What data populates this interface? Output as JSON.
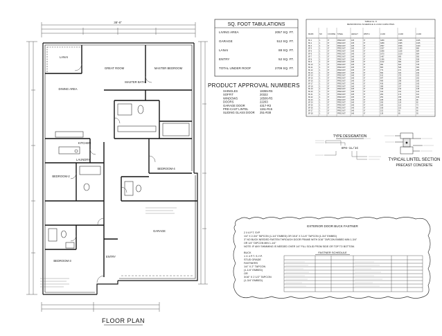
{
  "floor_plan": {
    "title": "FLOOR PLAN",
    "overall_width": "38'-8\"",
    "rooms": [
      {
        "key": "lanai",
        "label": "LANAI"
      },
      {
        "key": "great_room",
        "label": "GREAT ROOM"
      },
      {
        "key": "master_bedroom",
        "label": "MASTER BEDROOM"
      },
      {
        "key": "master_bath",
        "label": "MASTER BATH"
      },
      {
        "key": "dining",
        "label": "DINING AREA"
      },
      {
        "key": "kitchen",
        "label": "KITCHEN"
      },
      {
        "key": "bedroom2",
        "label": "BEDROOM-2"
      },
      {
        "key": "bedroom3",
        "label": "BEDROOM-3"
      },
      {
        "key": "bedroom4",
        "label": "BEDROOM-4"
      },
      {
        "key": "garage",
        "label": "GARAGE"
      },
      {
        "key": "entry",
        "label": "ENTRY"
      },
      {
        "key": "laundry",
        "label": "LAUNDRY"
      }
    ]
  },
  "sq_foot": {
    "title": "SQ. FOOT TABULATIONS",
    "rows": [
      {
        "label": "LIVING AREA",
        "value": "2057 SQ. FT."
      },
      {
        "label": "GARAGE",
        "value": "512 SQ. FT."
      },
      {
        "label": "LANAI",
        "value": "88 SQ. FT."
      },
      {
        "label": "ENTRY",
        "value": "52 SQ. FT."
      },
      {
        "label": "TOTAL UNDER ROOF",
        "value": "2709 SQ. FT."
      }
    ]
  },
  "product_approval": {
    "title": "PRODUCT APPROVAL NUMBERS",
    "rows": [
      {
        "label": "SHINGLES",
        "value": "18355-R6"
      },
      {
        "label": "SOFFIT",
        "value": "20322"
      },
      {
        "label": "WINDOWS",
        "value": "16506-R5"
      },
      {
        "label": "DOORS",
        "value": "22263"
      },
      {
        "label": "GARAGE DOOR",
        "value": "4317-R3"
      },
      {
        "label": "PRE-CAST LINTEL",
        "value": "1151-R15"
      },
      {
        "label": "SLIDING GLASS DOOR",
        "value": "251-R38"
      }
    ]
  },
  "lintel_table": {
    "title": "TABLE No. 8",
    "subtitle": "REINFORCING SCHEDULE & LOAD CAPACITIES",
    "col_headers": [
      "MARK",
      "NO",
      "COURSE",
      "STEEL",
      "HEIGHT",
      "WIDTH",
      "LOAD",
      "LOAD",
      "LOAD"
    ],
    "rows": [
      [
        "8F-1",
        "1",
        "8\"",
        "PRECAST",
        "1#5",
        "8\"",
        "3289",
        "1995",
        "1195"
      ],
      [
        "8F-2",
        "1",
        "8\"",
        "PRECAST",
        "1#5",
        "8\"",
        "3289",
        "1995",
        "1195"
      ],
      [
        "8F-3",
        "1",
        "8\"",
        "PRECAST",
        "1#5",
        "8\"",
        "2567",
        "1536",
        "1020"
      ],
      [
        "8F-4",
        "1",
        "8\"",
        "PRECAST",
        "1#5",
        "8\"",
        "2237",
        "1365",
        "860"
      ],
      [
        "8F-5",
        "1",
        "8\"",
        "PRECAST",
        "1#5",
        "8\"",
        "1898",
        "1158",
        "684"
      ],
      [
        "8F-6",
        "1",
        "8\"",
        "PRECAST",
        "1#5",
        "8\"",
        "1670",
        "1019",
        "664"
      ],
      [
        "8F-7",
        "1",
        "8\"",
        "PRECAST",
        "1#5",
        "8\"",
        "1467",
        "895",
        "550"
      ],
      [
        "8F-8",
        "1",
        "8\"",
        "PRECAST",
        "1#5",
        "8\"",
        "1286",
        "784",
        "528"
      ],
      [
        "8F-9",
        "1",
        "8\"",
        "PRECAST",
        "1#5",
        "8\"",
        "1122",
        "684",
        "447"
      ],
      [
        "8F-10",
        "1",
        "8\"",
        "PRECAST",
        "1#5",
        "8\"",
        "990",
        "604",
        "378"
      ],
      [
        "8F-11",
        "1",
        "8\"",
        "PRECAST",
        "1#5",
        "8\"",
        "863",
        "526",
        "300"
      ],
      [
        "8F-12",
        "1",
        "8\"",
        "PRECAST",
        "1#5",
        "8\"",
        "772",
        "471",
        "265"
      ],
      [
        "8F-13",
        "1",
        "8\"",
        "PRECAST",
        "1#5",
        "8\"",
        "692",
        "422",
        "242"
      ],
      [
        "8F-14",
        "1",
        "8\"",
        "PRECAST",
        "1#5",
        "8\"",
        "612",
        "373",
        "222"
      ],
      [
        "8F-15",
        "1",
        "8\"",
        "PRECAST",
        "1#5",
        "8\"",
        "547",
        "333",
        "202"
      ],
      [
        "8F-16",
        "1",
        "8\"",
        "PRECAST",
        "1#5",
        "8\"",
        "489",
        "298",
        "180"
      ],
      [
        "8F-17",
        "1",
        "8\"",
        "PRECAST",
        "1#5",
        "8\"",
        "436",
        "266",
        "165"
      ],
      [
        "8F-18",
        "1",
        "8\"",
        "PRECAST",
        "1#5",
        "8\"",
        "388",
        "237",
        "150"
      ],
      [
        "8F-19",
        "1",
        "8\"",
        "PRECAST",
        "1#5",
        "8\"",
        "349",
        "213",
        "135"
      ],
      [
        "8F-20",
        "1",
        "8\"",
        "PRECAST",
        "1#5",
        "8\"",
        "314",
        "191",
        "122"
      ],
      [
        "8F-21",
        "1",
        "8\"",
        "PRECAST",
        "1#5",
        "8\"",
        "282",
        "172",
        "110"
      ],
      [
        "8F-22",
        "1",
        "8\"",
        "PRECAST",
        "1#5",
        "8\"",
        "254",
        "155",
        "100"
      ],
      [
        "8F-23",
        "1",
        "8\"",
        "PRECAST",
        "1#5",
        "8\"",
        "228",
        "139",
        "90"
      ],
      [
        "8F-24",
        "1",
        "8\"",
        "PRECAST",
        "1#5",
        "8\"",
        "206",
        "126",
        "82"
      ],
      [
        "8F-25",
        "1",
        "8\"",
        "PRECAST",
        "1#5",
        "8\"",
        "185",
        "113",
        "73"
      ],
      [
        "8F-26",
        "1",
        "8\"",
        "PRECAST",
        "1#5",
        "8\"",
        "168",
        "102",
        "66"
      ],
      [
        "8F-27",
        "1",
        "8\"",
        "PRECAST",
        "1#5",
        "8\"",
        "152",
        "93",
        "60"
      ],
      [
        "8F-28",
        "1",
        "8\"",
        "PRECAST",
        "1#5",
        "8\"",
        "139",
        "85",
        "55"
      ]
    ]
  },
  "type_designation": {
    "title": "TYPE DESIGNATION",
    "code": "8F6-1L/1C"
  },
  "lintel_section": {
    "title": "TYPICAL LINTEL SECTION",
    "subtitle": "PRECAST CONCRETE"
  },
  "door_buck": {
    "title": "EXTERIOR DOOR BUCK FASTNER",
    "line1": "2 X 6 P.T. SYP",
    "line2": "1/4\" X 2-3/4\" TAPCON (1-1/4\" EMBED) OR 3/16\" X 3-1/4\" TAPCON (1-3/4\" EMBED)",
    "line3": "3\" NO BUCK NEEDED FASTEN THROUGH DOOR FRAME WITH 3/16\" TAPCON EMBED MIN 1-3/4\"",
    "line4": "OR 1/4\" TAPCON MIN 1-1/4\"",
    "line5": "NOTE: IF ANY SHIMMING IS NEEDED OVER 1/4\" FILL SOLID FROM SIDE OR TOP TO BOTTOM.",
    "left_lines": [
      "BUCK",
      "1 X 4 P.T. S.Y.P.",
      "STUD GRADE",
      "FASTNERS",
      "1/4\" X 2\" TAPCON",
      "(1-1/4\" EMBED)",
      "OR",
      "3/16\" X 2 1/2\" TAPCON",
      "(1-3/4\" EMBED)"
    ],
    "schedule_title": "FASTNER SCHEDULE"
  }
}
